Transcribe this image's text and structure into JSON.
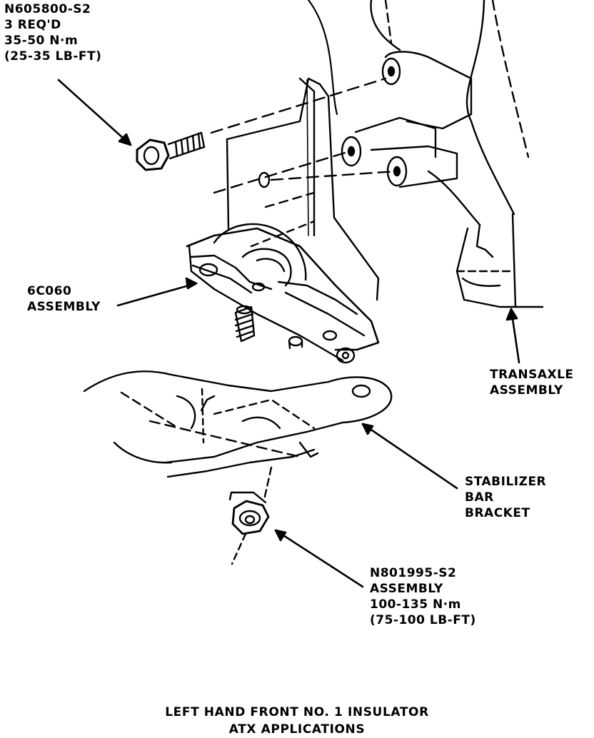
{
  "callouts": {
    "bolt": [
      "N605800-S2",
      "3 REQ'D",
      "35-50 N·m",
      "(25-35 LB-FT)"
    ],
    "insulator": [
      "6C060",
      "ASSEMBLY"
    ],
    "transaxle": [
      "TRANSAXLE",
      "ASSEMBLY"
    ],
    "bracket": [
      "STABILIZER",
      "BAR",
      "BRACKET"
    ],
    "nut": [
      "N801995-S2",
      "ASSEMBLY",
      "100-135 N·m",
      "(75-100 LB-FT)"
    ]
  },
  "caption": [
    "LEFT HAND FRONT NO. 1 INSULATOR",
    "ATX APPLICATIONS"
  ],
  "colors": {
    "ink": "#000000",
    "paper": "#ffffff"
  }
}
